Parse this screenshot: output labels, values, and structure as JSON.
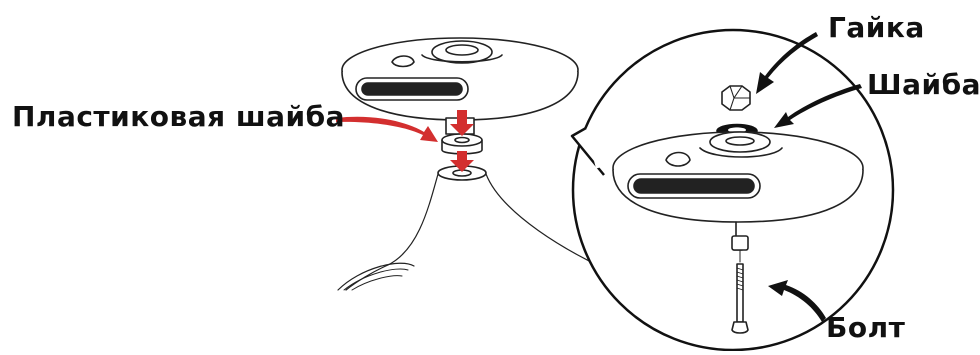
{
  "labels": {
    "plastic_washer": "Пластиковая шайба",
    "nut": "Гайка",
    "washer": "Шайба",
    "bolt": "Болт"
  },
  "colors": {
    "accent_arrow": "#d32f2f",
    "line": "#222222",
    "text": "#111111"
  }
}
